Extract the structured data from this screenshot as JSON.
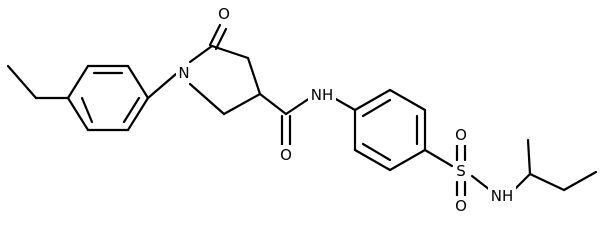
{
  "structure": {
    "atoms": {
      "n_ring": "N",
      "o_ketone": "O",
      "nh_amide": "NH",
      "o_amide": "O",
      "s_sulfonyl": "S",
      "o_sulfonyl_top": "O",
      "o_sulfonyl_bottom": "O",
      "nh_sulfonamide": "NH"
    },
    "line_color": "#000000",
    "background": "#ffffff"
  }
}
